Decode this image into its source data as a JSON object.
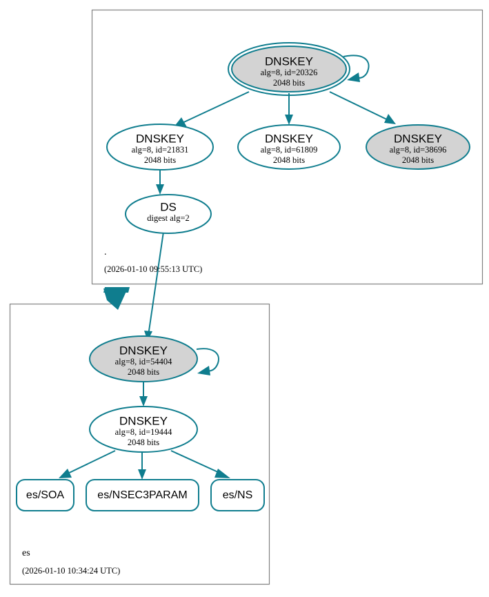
{
  "diagram": {
    "kind": "dnssec-authentication-chain",
    "colors": {
      "accent": "#0f7d8e",
      "sep_fill": "#d3d3d3",
      "node_fill": "#ffffff",
      "cluster_stroke": "#808080",
      "text": "#000000"
    }
  },
  "zones": [
    {
      "id": "root",
      "name": ".",
      "timestamp": "(2026-01-10 09:55:13 UTC)",
      "nodes": [
        {
          "id": "root-ksk-20326",
          "type": "DNSKEY",
          "title": "DNSKEY",
          "params": "alg=8, id=20326",
          "size": "2048 bits",
          "sep": true,
          "double_border": true,
          "self_signed": true
        },
        {
          "id": "root-zsk-21831",
          "type": "DNSKEY",
          "title": "DNSKEY",
          "params": "alg=8, id=21831",
          "size": "2048 bits",
          "sep": false,
          "double_border": false,
          "self_signed": false
        },
        {
          "id": "root-zsk-61809",
          "type": "DNSKEY",
          "title": "DNSKEY",
          "params": "alg=8, id=61809",
          "size": "2048 bits",
          "sep": false,
          "double_border": false,
          "self_signed": false
        },
        {
          "id": "root-ksk-38696",
          "type": "DNSKEY",
          "title": "DNSKEY",
          "params": "alg=8, id=38696",
          "size": "2048 bits",
          "sep": true,
          "double_border": false,
          "self_signed": false
        },
        {
          "id": "root-ds",
          "type": "DS",
          "title": "DS",
          "params": "digest alg=2",
          "size": "",
          "sep": false,
          "double_border": false,
          "self_signed": false
        }
      ]
    },
    {
      "id": "es",
      "name": "es",
      "timestamp": "(2026-01-10 10:34:24 UTC)",
      "nodes": [
        {
          "id": "es-ksk-54404",
          "type": "DNSKEY",
          "title": "DNSKEY",
          "params": "alg=8, id=54404",
          "size": "2048 bits",
          "sep": true,
          "double_border": false,
          "self_signed": true
        },
        {
          "id": "es-zsk-19444",
          "type": "DNSKEY",
          "title": "DNSKEY",
          "params": "alg=8, id=19444",
          "size": "2048 bits",
          "sep": false,
          "double_border": false,
          "self_signed": false
        }
      ],
      "rrsets": [
        {
          "id": "es-soa",
          "label": "es/SOA"
        },
        {
          "id": "es-nsec3param",
          "label": "es/NSEC3PARAM"
        },
        {
          "id": "es-ns",
          "label": "es/NS"
        }
      ]
    }
  ],
  "edges": [
    {
      "from": "root-ksk-20326",
      "to": "root-ksk-20326",
      "kind": "self-sign"
    },
    {
      "from": "root-ksk-20326",
      "to": "root-zsk-21831",
      "kind": "sign"
    },
    {
      "from": "root-ksk-20326",
      "to": "root-zsk-61809",
      "kind": "sign"
    },
    {
      "from": "root-ksk-20326",
      "to": "root-ksk-38696",
      "kind": "sign"
    },
    {
      "from": "root-zsk-21831",
      "to": "root-ds",
      "kind": "sign"
    },
    {
      "from": "root-ds",
      "to": "es-ksk-54404",
      "kind": "ds-to-dnskey"
    },
    {
      "from": "root",
      "to": "es",
      "kind": "delegation"
    },
    {
      "from": "es-ksk-54404",
      "to": "es-ksk-54404",
      "kind": "self-sign"
    },
    {
      "from": "es-ksk-54404",
      "to": "es-zsk-19444",
      "kind": "sign"
    },
    {
      "from": "es-zsk-19444",
      "to": "es-soa",
      "kind": "sign"
    },
    {
      "from": "es-zsk-19444",
      "to": "es-nsec3param",
      "kind": "sign"
    },
    {
      "from": "es-zsk-19444",
      "to": "es-ns",
      "kind": "sign"
    }
  ]
}
